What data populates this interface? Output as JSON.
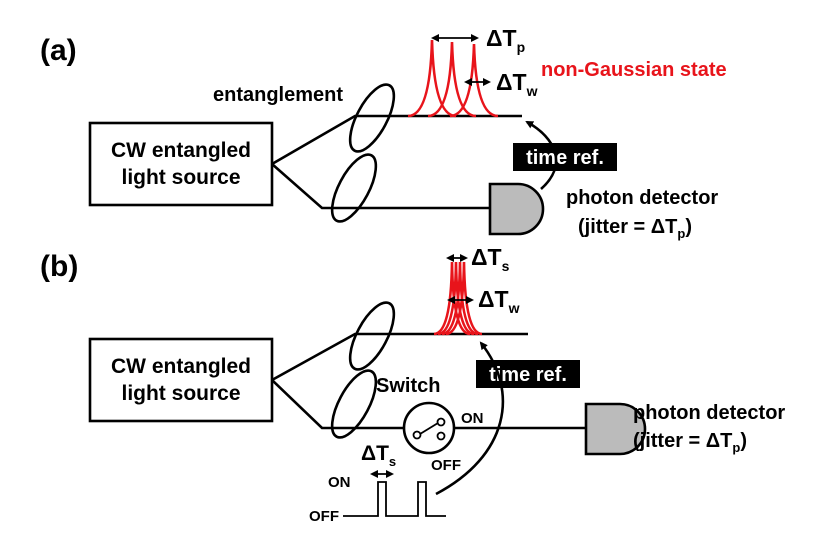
{
  "panel_a": {
    "label": "(a)",
    "source_line1": "CW entangled",
    "source_line2": "light source",
    "entanglement": "entanglement",
    "delta_tp": "ΔT",
    "delta_tp_sub": "p",
    "delta_tw": "ΔT",
    "delta_tw_sub": "w",
    "state_label": "non-Gaussian state",
    "time_ref": "time ref.",
    "detector_line1": "photon detector",
    "detector_line2_pre": "(jitter = ΔT",
    "detector_line2_sub": "p",
    "detector_line2_post": ")"
  },
  "panel_b": {
    "label": "(b)",
    "source_line1": "CW entangled",
    "source_line2": "light source",
    "delta_ts": "ΔT",
    "delta_ts_sub": "s",
    "delta_tw": "ΔT",
    "delta_tw_sub": "w",
    "switch_label": "Switch",
    "switch_on": "ON",
    "switch_off": "OFF",
    "time_ref": "time ref.",
    "detector_line1": "photon detector",
    "detector_line2_pre": "(jitter = ΔT",
    "detector_line2_sub": "p",
    "detector_line2_post": ")",
    "pulse_delta": "ΔT",
    "pulse_delta_sub": "s",
    "pulse_on": "ON",
    "pulse_off": "OFF"
  },
  "colors": {
    "state_red": "#e8141b",
    "detector_gray": "#bbbbbb",
    "label_bg": "#000000"
  }
}
